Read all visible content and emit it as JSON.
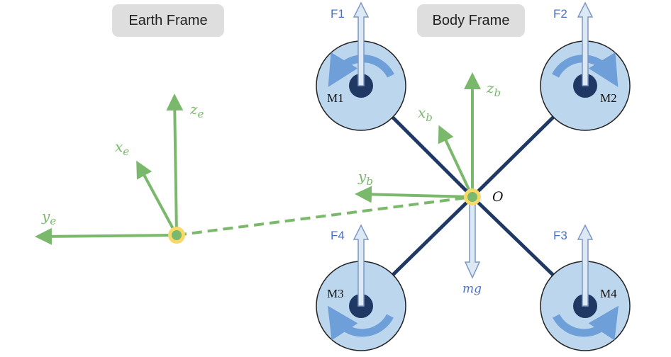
{
  "labels": {
    "earth_frame": "Earth Frame",
    "body_frame": "Body Frame",
    "origin": "O",
    "gravity": "mg",
    "earth_axes": {
      "x": "x",
      "x_sub": "e",
      "y": "y",
      "y_sub": "e",
      "z": "z",
      "z_sub": "e"
    },
    "body_axes": {
      "x": "x",
      "x_sub": "b",
      "y": "y",
      "y_sub": "b",
      "z": "z",
      "z_sub": "b"
    },
    "motors": [
      "M1",
      "M2",
      "M3",
      "M4"
    ],
    "forces": [
      "F1",
      "F2",
      "F3",
      "F4"
    ]
  },
  "colors": {
    "frame_label_bg": "#dedede",
    "axis_green": "#7ab86c",
    "arm_navy": "#1f3864",
    "rotor_fill": "#bcd6ee",
    "rotor_arrow": "#6f9fd8",
    "force_arrow_fill": "#dde8f5",
    "force_arrow_stroke": "#7d97c2",
    "label_blue": "#4a72c4",
    "origin_ring": "#f7d96a"
  }
}
